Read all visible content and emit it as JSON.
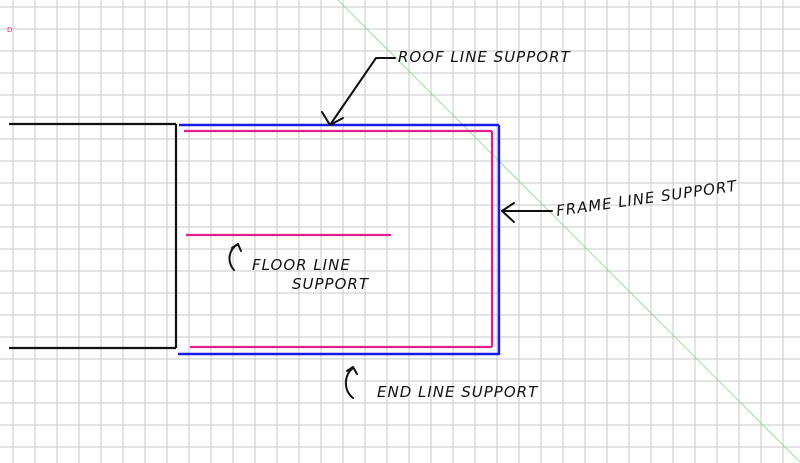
{
  "corner_mark": "D",
  "labels": {
    "roof": "ROOF LINE SUPPORT",
    "frame": "FRAME LINE SUPPORT",
    "floor_line1": "FLOOR LINE",
    "floor_line2": "SUPPORT",
    "end": "END LINE SUPPORT"
  },
  "colors": {
    "grid": "#c8c8c8",
    "outline": "#111111",
    "blue_frame": "#1a1ae6",
    "magenta_support": "#e0208f",
    "guide_line": "#8fd48f"
  }
}
